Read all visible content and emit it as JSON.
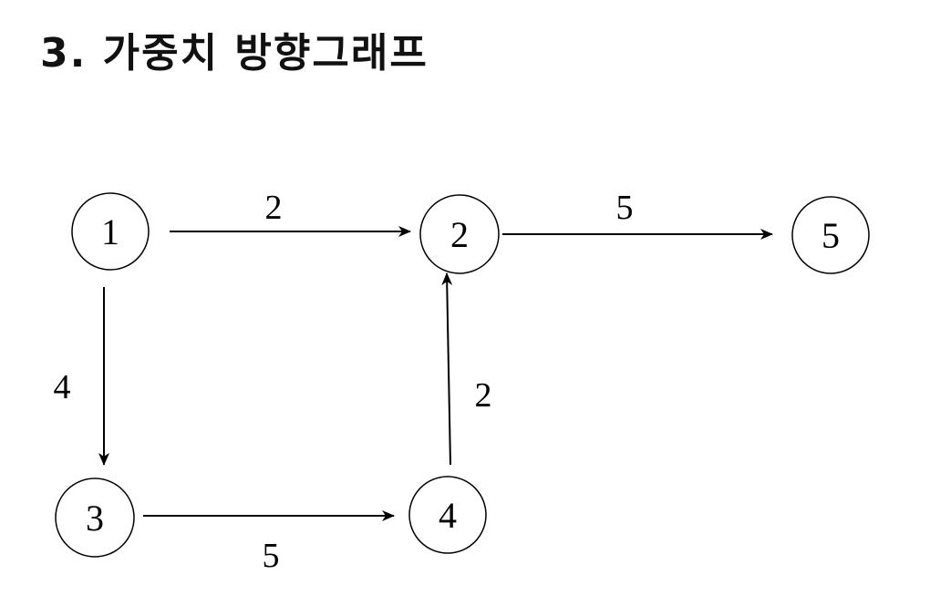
{
  "title": "3. 가중치 방향그래프",
  "nodes": [
    {
      "id": "n1",
      "label": "1"
    },
    {
      "id": "n2",
      "label": "2"
    },
    {
      "id": "n3",
      "label": "3"
    },
    {
      "id": "n4",
      "label": "4"
    },
    {
      "id": "n5",
      "label": "5"
    }
  ],
  "edges": [
    {
      "from": "n1",
      "to": "n2",
      "weight": "2"
    },
    {
      "from": "n2",
      "to": "n5",
      "weight": "5"
    },
    {
      "from": "n1",
      "to": "n3",
      "weight": "4"
    },
    {
      "from": "n4",
      "to": "n2",
      "weight": "2"
    },
    {
      "from": "n3",
      "to": "n4",
      "weight": "5"
    }
  ],
  "colors": {
    "stroke": "#000000",
    "background": "#ffffff"
  }
}
